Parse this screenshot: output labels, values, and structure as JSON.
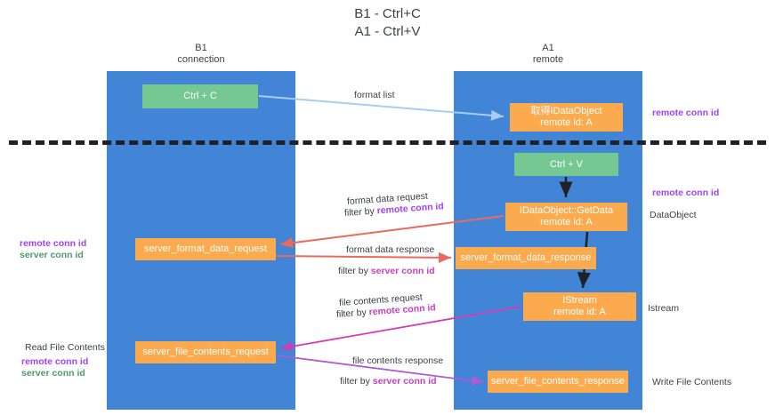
{
  "title": "B1 - Ctrl+C\nA1 - Ctrl+V",
  "lanes": [
    {
      "name": "b1",
      "header": "B1\nconnection"
    },
    {
      "name": "a1",
      "header": "A1\nremote"
    }
  ],
  "nodes": {
    "ctrl_c": "Ctrl + C",
    "idataobject": "取得IDataObject\nremote id: A",
    "ctrl_v": "Ctrl + V",
    "getdata": "IDataObject::GetData\nremote id: A",
    "server_format_data_request": "server_format_data_request",
    "server_format_data_response": "server_format_data_response",
    "istream": "IStream\nremote id: A",
    "server_file_contents_request": "server_file_contents_request",
    "server_file_contents_response": "server_file_contents_response"
  },
  "edges": {
    "format_list": "format list",
    "format_data_request": "format data request",
    "format_data_request_filter_prefix": "filter by ",
    "format_data_request_filter_key": "remote conn id",
    "format_data_response": "format data response",
    "format_data_response_filter_prefix": "filter by ",
    "format_data_response_filter_key": "server conn id",
    "file_contents_request": "file contents request",
    "file_contents_request_filter_prefix": "filter by ",
    "file_contents_request_filter_key": "remote conn id",
    "file_contents_response": "file contents response",
    "file_contents_response_filter_prefix": "filter by ",
    "file_contents_response_filter_key": "server conn id"
  },
  "annotations": {
    "remote_conn_id_top": "remote conn id",
    "remote_conn_id_mid": "remote conn id",
    "dataobject": "DataObject",
    "istream": "Istream",
    "write_file_contents": "Write File Contents",
    "left_remote_conn_id": "remote conn id",
    "left_server_conn_id": "server conn id",
    "read_file_contents": "Read File Contents",
    "left_remote_conn_id_2": "remote conn id",
    "left_server_conn_id_2": "server conn id"
  },
  "colors": {
    "lane": "#4285d6",
    "node_green": "#76c893",
    "node_orange": "#fbaa4e",
    "purple": "#a142f4",
    "green_text": "#4e9a6a",
    "magenta": "#c840c0",
    "arrow_blue": "#a7cdf0",
    "arrow_red": "#ea6a5e",
    "arrow_black": "#202124",
    "arrow_pink": "#d63bb0",
    "arrow_violet": "#b05ad6"
  }
}
